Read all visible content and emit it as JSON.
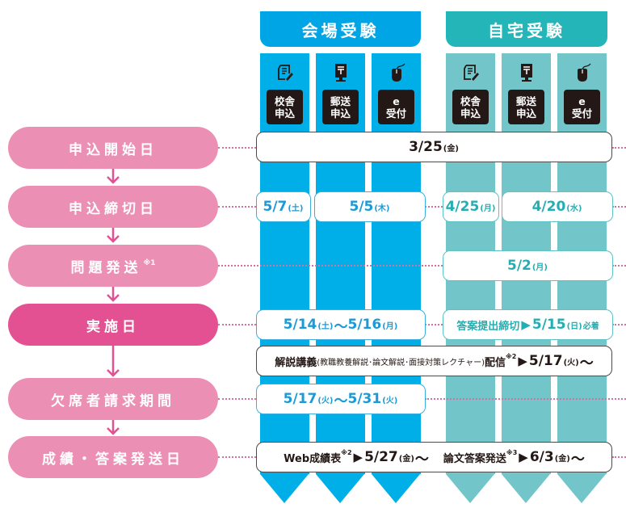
{
  "headers": {
    "venue": "会場受験",
    "home": "自宅受験"
  },
  "colors": {
    "venue_blue": "#00aee8",
    "home_teal": "#72c5c8",
    "pill_pink": "#ec8fb4",
    "pill_highlight": "#e45193",
    "label_dark": "#231815"
  },
  "columns": [
    {
      "group": "venue",
      "icon": "application-form-icon",
      "line1": "校舎",
      "line2": "申込"
    },
    {
      "group": "venue",
      "icon": "postbox-icon",
      "line1": "郵送",
      "line2": "申込"
    },
    {
      "group": "venue",
      "icon": "mouse-icon",
      "line1": "e",
      "line2": "受付"
    },
    {
      "group": "home",
      "icon": "application-form-icon",
      "line1": "校舎",
      "line2": "申込"
    },
    {
      "group": "home",
      "icon": "postbox-icon",
      "line1": "郵送",
      "line2": "申込"
    },
    {
      "group": "home",
      "icon": "mouse-icon",
      "line1": "e",
      "line2": "受付"
    }
  ],
  "steps": [
    {
      "label": "申込開始日",
      "note": ""
    },
    {
      "label": "申込締切日",
      "note": ""
    },
    {
      "label": "問題発送",
      "note": "※1"
    },
    {
      "label": "実施日",
      "note": ""
    },
    {
      "label": "欠席者請求期間",
      "note": ""
    },
    {
      "label": "成績・答案発送日",
      "note": ""
    }
  ],
  "dates": {
    "application_start": {
      "date": "3/25",
      "dow": "(金)"
    },
    "deadline_venue_school": {
      "date": "5/7",
      "dow": "(土)"
    },
    "deadline_venue_mail_web": {
      "date": "5/5",
      "dow": "(木)"
    },
    "deadline_home_school": {
      "date": "4/25",
      "dow": "(月)"
    },
    "deadline_home_mail_web": {
      "date": "4/20",
      "dow": "(水)"
    },
    "problem_shipping_home": {
      "date": "5/2",
      "dow": "(月)"
    },
    "exam_venue": {
      "date1": "5/14",
      "dow1": "(土)",
      "sep": "〜",
      "date2": "5/16",
      "dow2": "(月)"
    },
    "exam_home": {
      "prefix": "答案提出締切",
      "arrow": "▶",
      "date": "5/15",
      "dow": "(日)",
      "suffix": "必着"
    },
    "lecture": {
      "title": "解説講義",
      "detail": "(教職教養解説･論文解説･面接対策レクチャー)",
      "title2": "配信",
      "note": "※2",
      "arrow": "▶",
      "date": "5/17",
      "dow": "(火)",
      "tilde": "〜"
    },
    "absentee_venue": {
      "date1": "5/17",
      "dow1": "(火)",
      "sep": "〜",
      "date2": "5/31",
      "dow2": "(火)"
    },
    "results": {
      "web_label": "Web成績表",
      "web_note": "※2",
      "arrow": "▶",
      "web_date": "5/27",
      "web_dow": "(金)",
      "tilde": "〜",
      "essay_label": "論文答案発送",
      "essay_note": "※3",
      "essay_date": "6/3",
      "essay_dow": "(金)"
    }
  }
}
